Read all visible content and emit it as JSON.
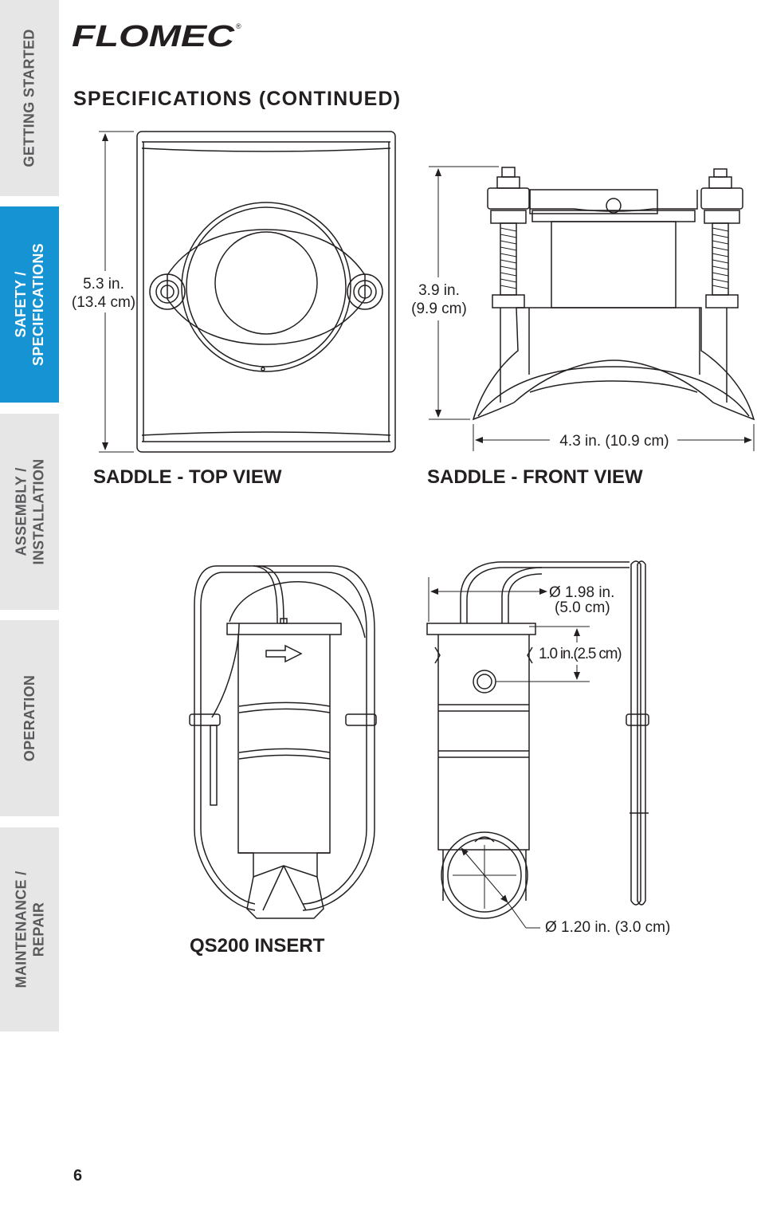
{
  "brand": {
    "name": "FLOMEC",
    "registered_mark": "®"
  },
  "nav_tabs": [
    {
      "lines": [
        "GETTING STARTED"
      ],
      "active": false
    },
    {
      "lines": [
        "SAFETY /",
        "SPECIFICATIONS"
      ],
      "active": true
    },
    {
      "lines": [
        "ASSEMBLY /",
        "INSTALLATION"
      ],
      "active": false
    },
    {
      "lines": [
        "OPERATION"
      ],
      "active": false
    },
    {
      "lines": [
        "MAINTENANCE /",
        "REPAIR"
      ],
      "active": false
    }
  ],
  "page_title": "SPECIFICATIONS (CONTINUED)",
  "figures": {
    "top_view": {
      "caption": "SADDLE - TOP VIEW",
      "height_in": "5.3 in.",
      "height_cm": "(13.4 cm)"
    },
    "front_view": {
      "caption": "SADDLE - FRONT VIEW",
      "height_in": "3.9 in.",
      "height_cm": "(9.9 cm)",
      "width": "4.3 in. (10.9 cm)"
    },
    "insert": {
      "caption": "QS200 INSERT",
      "diameter_in": "Ø 1.98 in.",
      "diameter_cm": "(5.0 cm)",
      "offset": "1.0 in.(2.5 cm)",
      "pipe_diameter": "Ø 1.20 in. (3.0 cm)"
    }
  },
  "page_number": "6",
  "colors": {
    "tab_active": "#1593d3",
    "tab_inactive": "#e6e6e7",
    "tab_text": "#58595b",
    "ink": "#231f20"
  }
}
